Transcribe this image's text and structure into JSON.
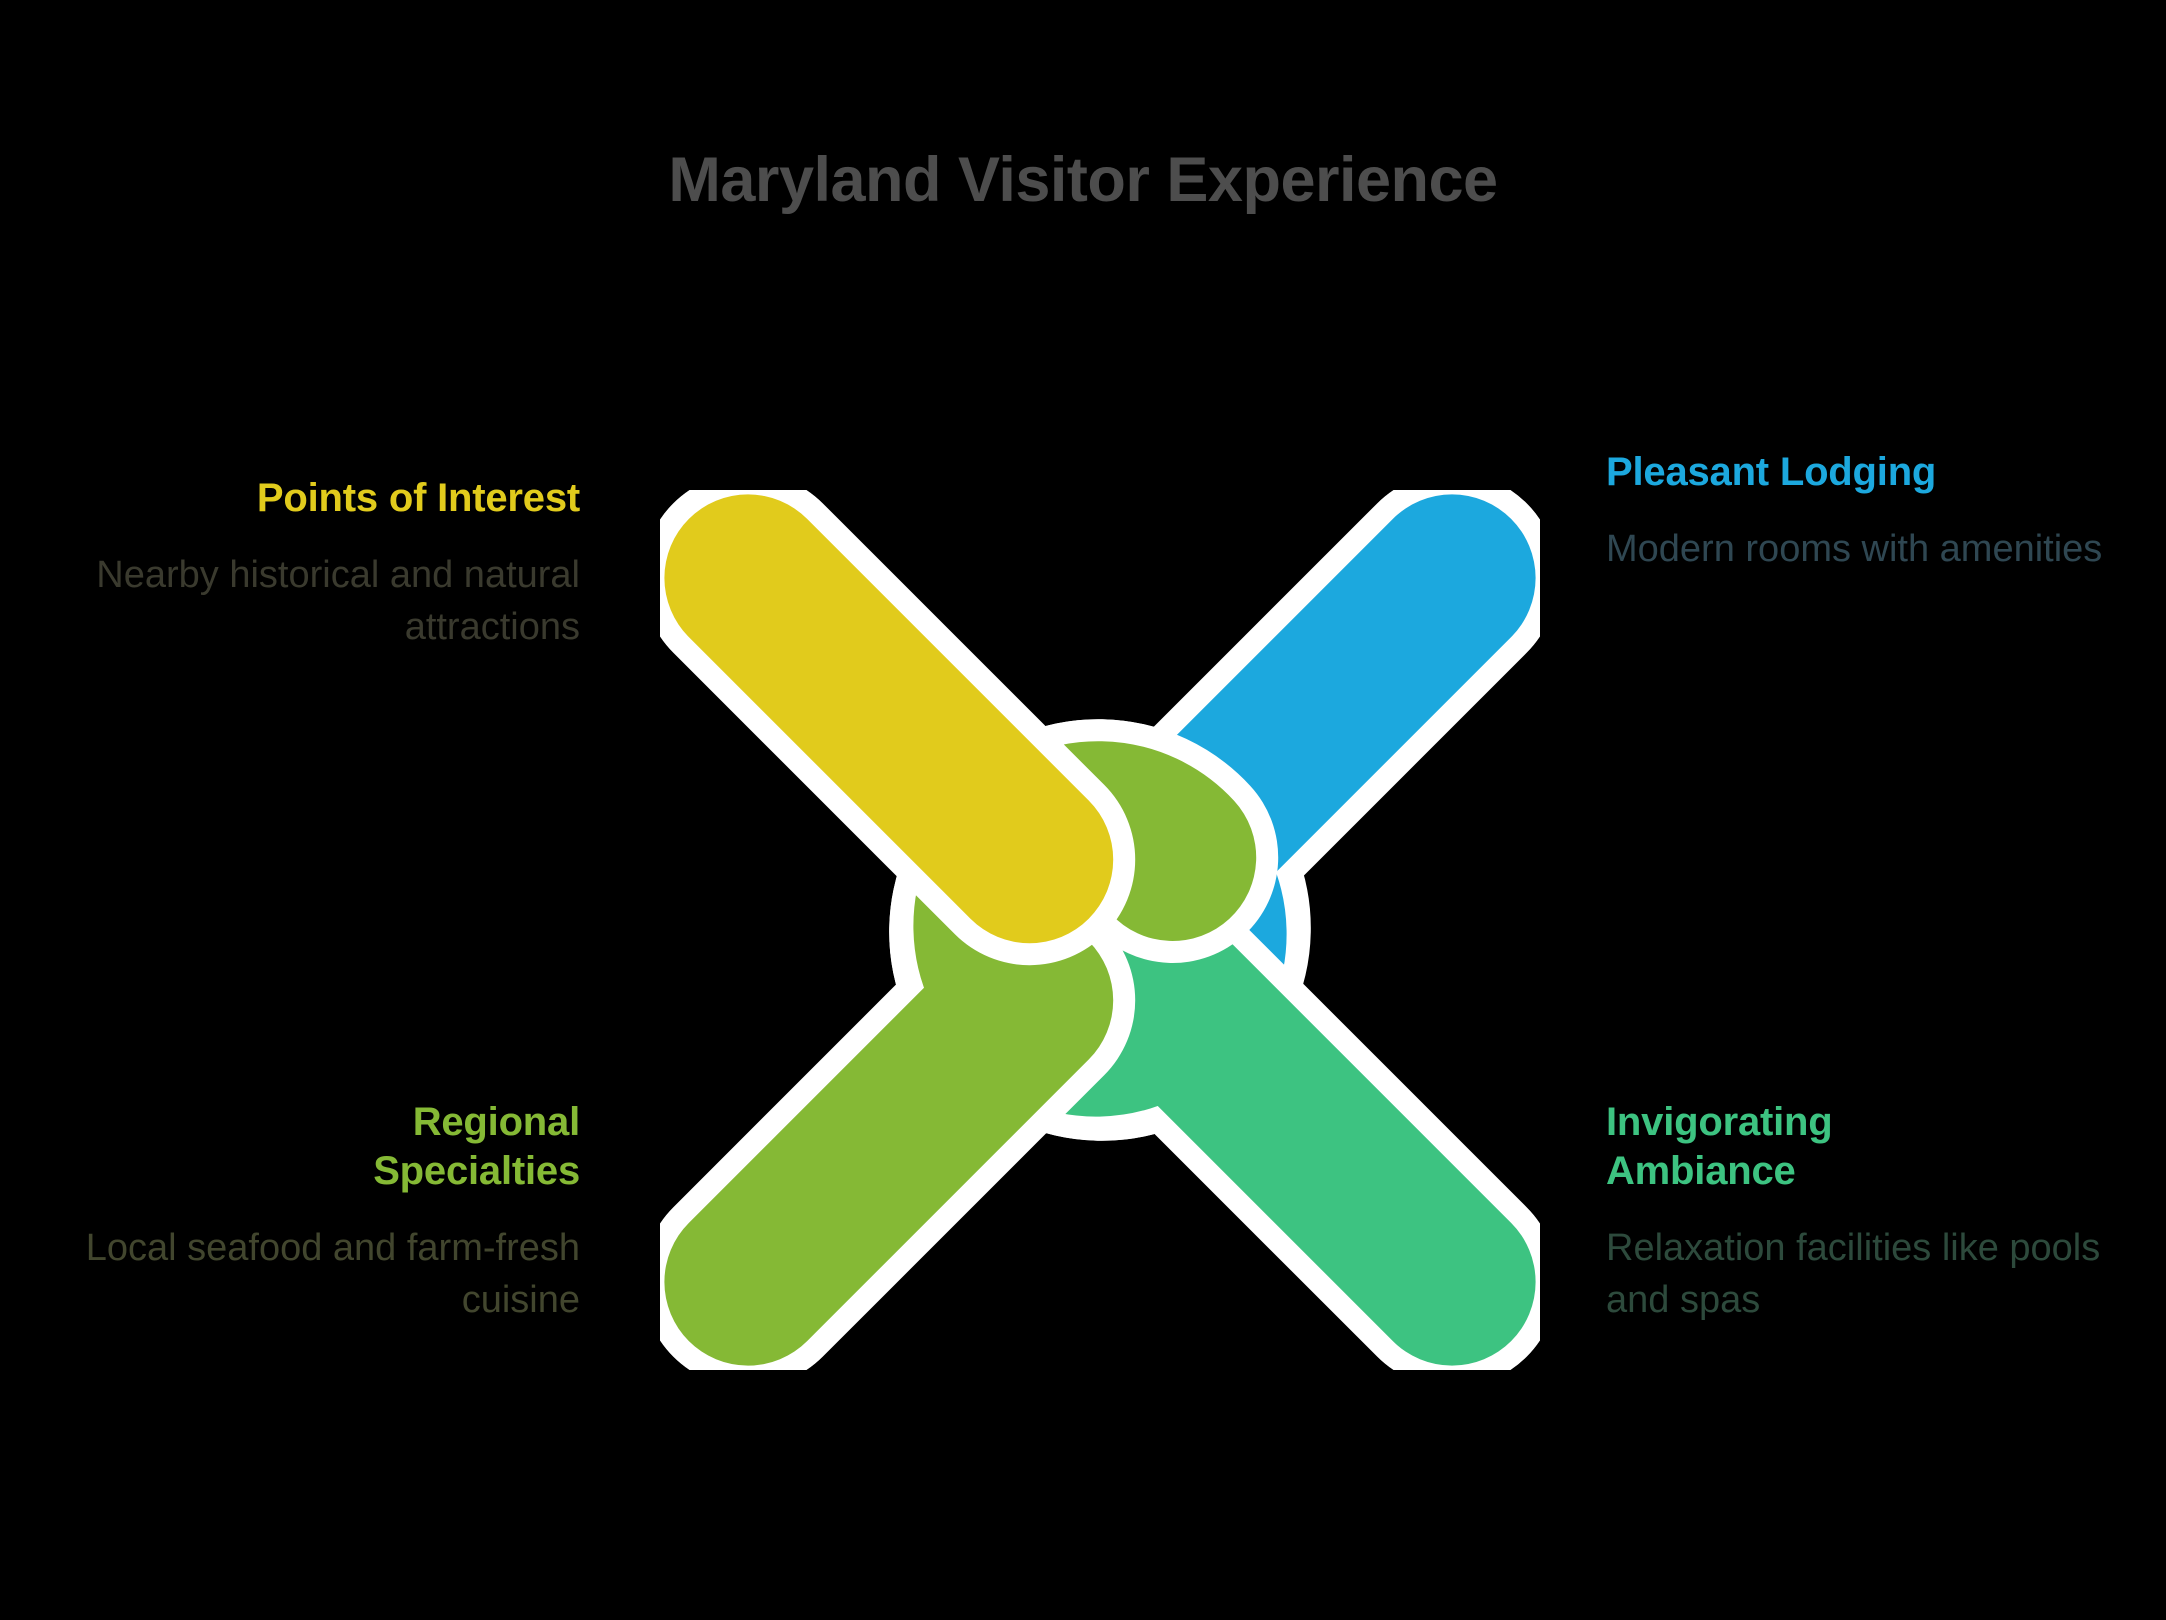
{
  "page": {
    "title": "Maryland Visitor Experience",
    "background_color": "#000000",
    "title_color": "#4d4d4d"
  },
  "graphic": {
    "name": "interlocking-celtic-knot",
    "arm_count": 4,
    "separator_color": "#ffffff",
    "arms": [
      {
        "id": "top-left",
        "color": "#e1cb1c",
        "label": "Points of Interest"
      },
      {
        "id": "top-right",
        "color": "#1ca8de",
        "label": "Pleasant Lodging"
      },
      {
        "id": "bottom-left",
        "color": "#85b935",
        "label": "Regional Specialties"
      },
      {
        "id": "bottom-right",
        "color": "#3dc381",
        "label": "Invigorating Ambiance"
      }
    ]
  },
  "quadrants": {
    "top_left": {
      "heading": "Points of Interest",
      "body": "Nearby historical and natural attractions",
      "color": "#e1cb1c"
    },
    "top_right": {
      "heading": "Pleasant Lodging",
      "body": "Modern rooms with amenities",
      "color": "#1ca8de"
    },
    "bottom_left": {
      "heading_line1": "Regional",
      "heading_line2": "Specialties",
      "body": "Local seafood and farm-fresh cuisine",
      "color": "#85b935"
    },
    "bottom_right": {
      "heading_line1": "Invigorating",
      "heading_line2": "Ambiance",
      "body": "Relaxation facilities like pools and spas",
      "color": "#3dc381"
    }
  }
}
